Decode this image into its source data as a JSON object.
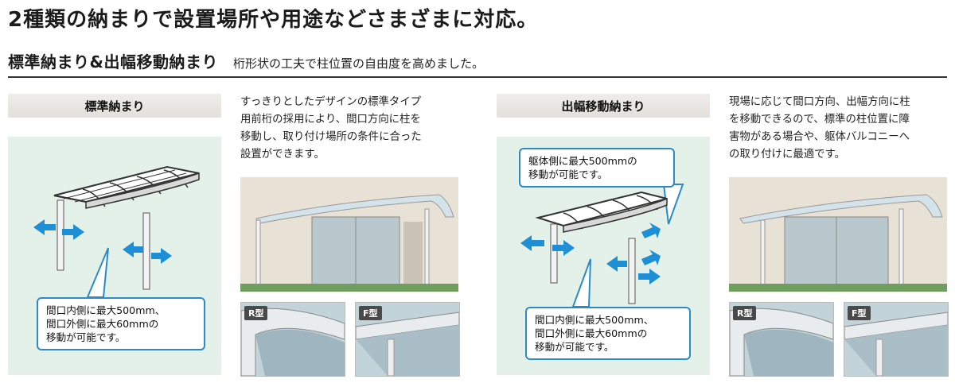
{
  "headline": "2種類の納まりで設置場所や用途などさまざまに対応。",
  "section": {
    "title": "標準納まり&出幅移動納まり",
    "tagline": "桁形状の工夫で柱位置の自由度を高めました。"
  },
  "standard": {
    "label": "標準納まり",
    "description_lines": [
      "すっきりとしたデザインの標準タイプ",
      "用前桁の採用により、間口方向に柱を",
      "移動し、取り付け場所の条件に合った",
      "設置ができます。"
    ],
    "callout_lines": [
      "間口内側に最大500mm、",
      "間口外側に最大60mmの",
      "移動が可能です。"
    ],
    "thumbs": [
      {
        "label": "R型"
      },
      {
        "label": "F型"
      }
    ]
  },
  "shift": {
    "label": "出幅移動納まり",
    "description_lines": [
      "現場に応じて間口方向、出幅方向に柱",
      "を移動できるので、標準の柱位置に障",
      "害物がある場合や、躯体バルコニーへ",
      "の取り付けに最適です。"
    ],
    "callout_top_lines": [
      "躯体側に最大500mmの",
      "移動が可能です。"
    ],
    "callout_bottom_lines": [
      "間口内側に最大500mm、",
      "間口外側に最大60mmの",
      "移動が可能です。"
    ],
    "thumbs": [
      {
        "label": "R型"
      },
      {
        "label": "F型"
      }
    ]
  },
  "colors": {
    "panel_bg": "#e4f1e8",
    "arrow": "#1e8fd6",
    "callout_border": "#2a8bc8"
  },
  "icons": [
    "left-arrow-icon",
    "right-arrow-icon"
  ]
}
